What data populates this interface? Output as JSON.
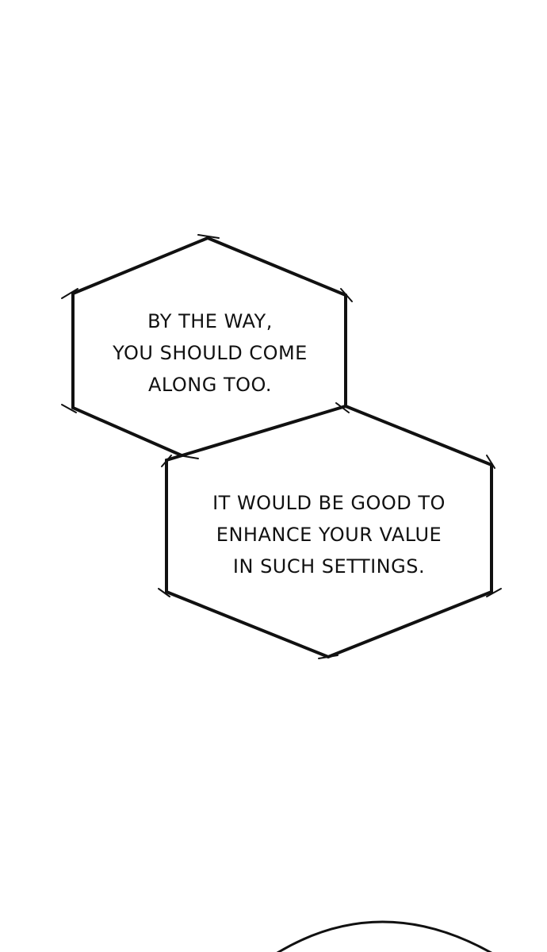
{
  "panel": {
    "bubble_1": {
      "lines": [
        "BY THE WAY,",
        "YOU SHOULD COME",
        "ALONG TOO."
      ]
    },
    "bubble_2": {
      "lines": [
        "IT WOULD BE GOOD TO",
        "ENHANCE YOUR VALUE",
        "IN SUCH SETTINGS."
      ]
    }
  },
  "colors": {
    "background": "#ffffff",
    "ink": "#111111"
  }
}
